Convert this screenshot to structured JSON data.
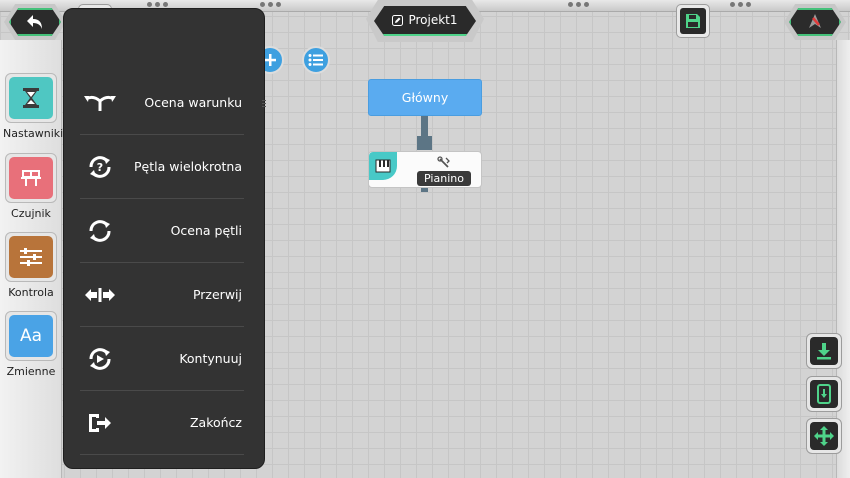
{
  "project": {
    "title": "Projekt1"
  },
  "categories": [
    {
      "label": "Nastawniki",
      "color": "#4fc7c2",
      "icon": "hourglass-icon"
    },
    {
      "label": "Czujnik",
      "color": "#e8707a",
      "icon": "sensor-icon"
    },
    {
      "label": "Kontrola",
      "color": "#b8743a",
      "icon": "sliders-icon"
    },
    {
      "label": "Zmienne",
      "color": "#4aa3e6",
      "icon": "text-aa-icon",
      "glyph": "Aa"
    }
  ],
  "menu": {
    "items": [
      {
        "label": "Ocena warunku",
        "icon": "branch-icon"
      },
      {
        "label": "Pętla wielokrotna",
        "icon": "loop-question-icon"
      },
      {
        "label": "Ocena pętli",
        "icon": "loop-icon"
      },
      {
        "label": "Przerwij",
        "icon": "break-icon"
      },
      {
        "label": "Kontynuuj",
        "icon": "continue-icon"
      },
      {
        "label": "Zakończ",
        "icon": "exit-icon"
      }
    ]
  },
  "blocks": {
    "main": {
      "label": "Główny",
      "color": "#5aabf0"
    },
    "piano": {
      "label": "Pianino"
    }
  },
  "colors": {
    "accent_green": "#4fd38a",
    "menu_bg": "#333333",
    "connector": "#5c7585"
  }
}
